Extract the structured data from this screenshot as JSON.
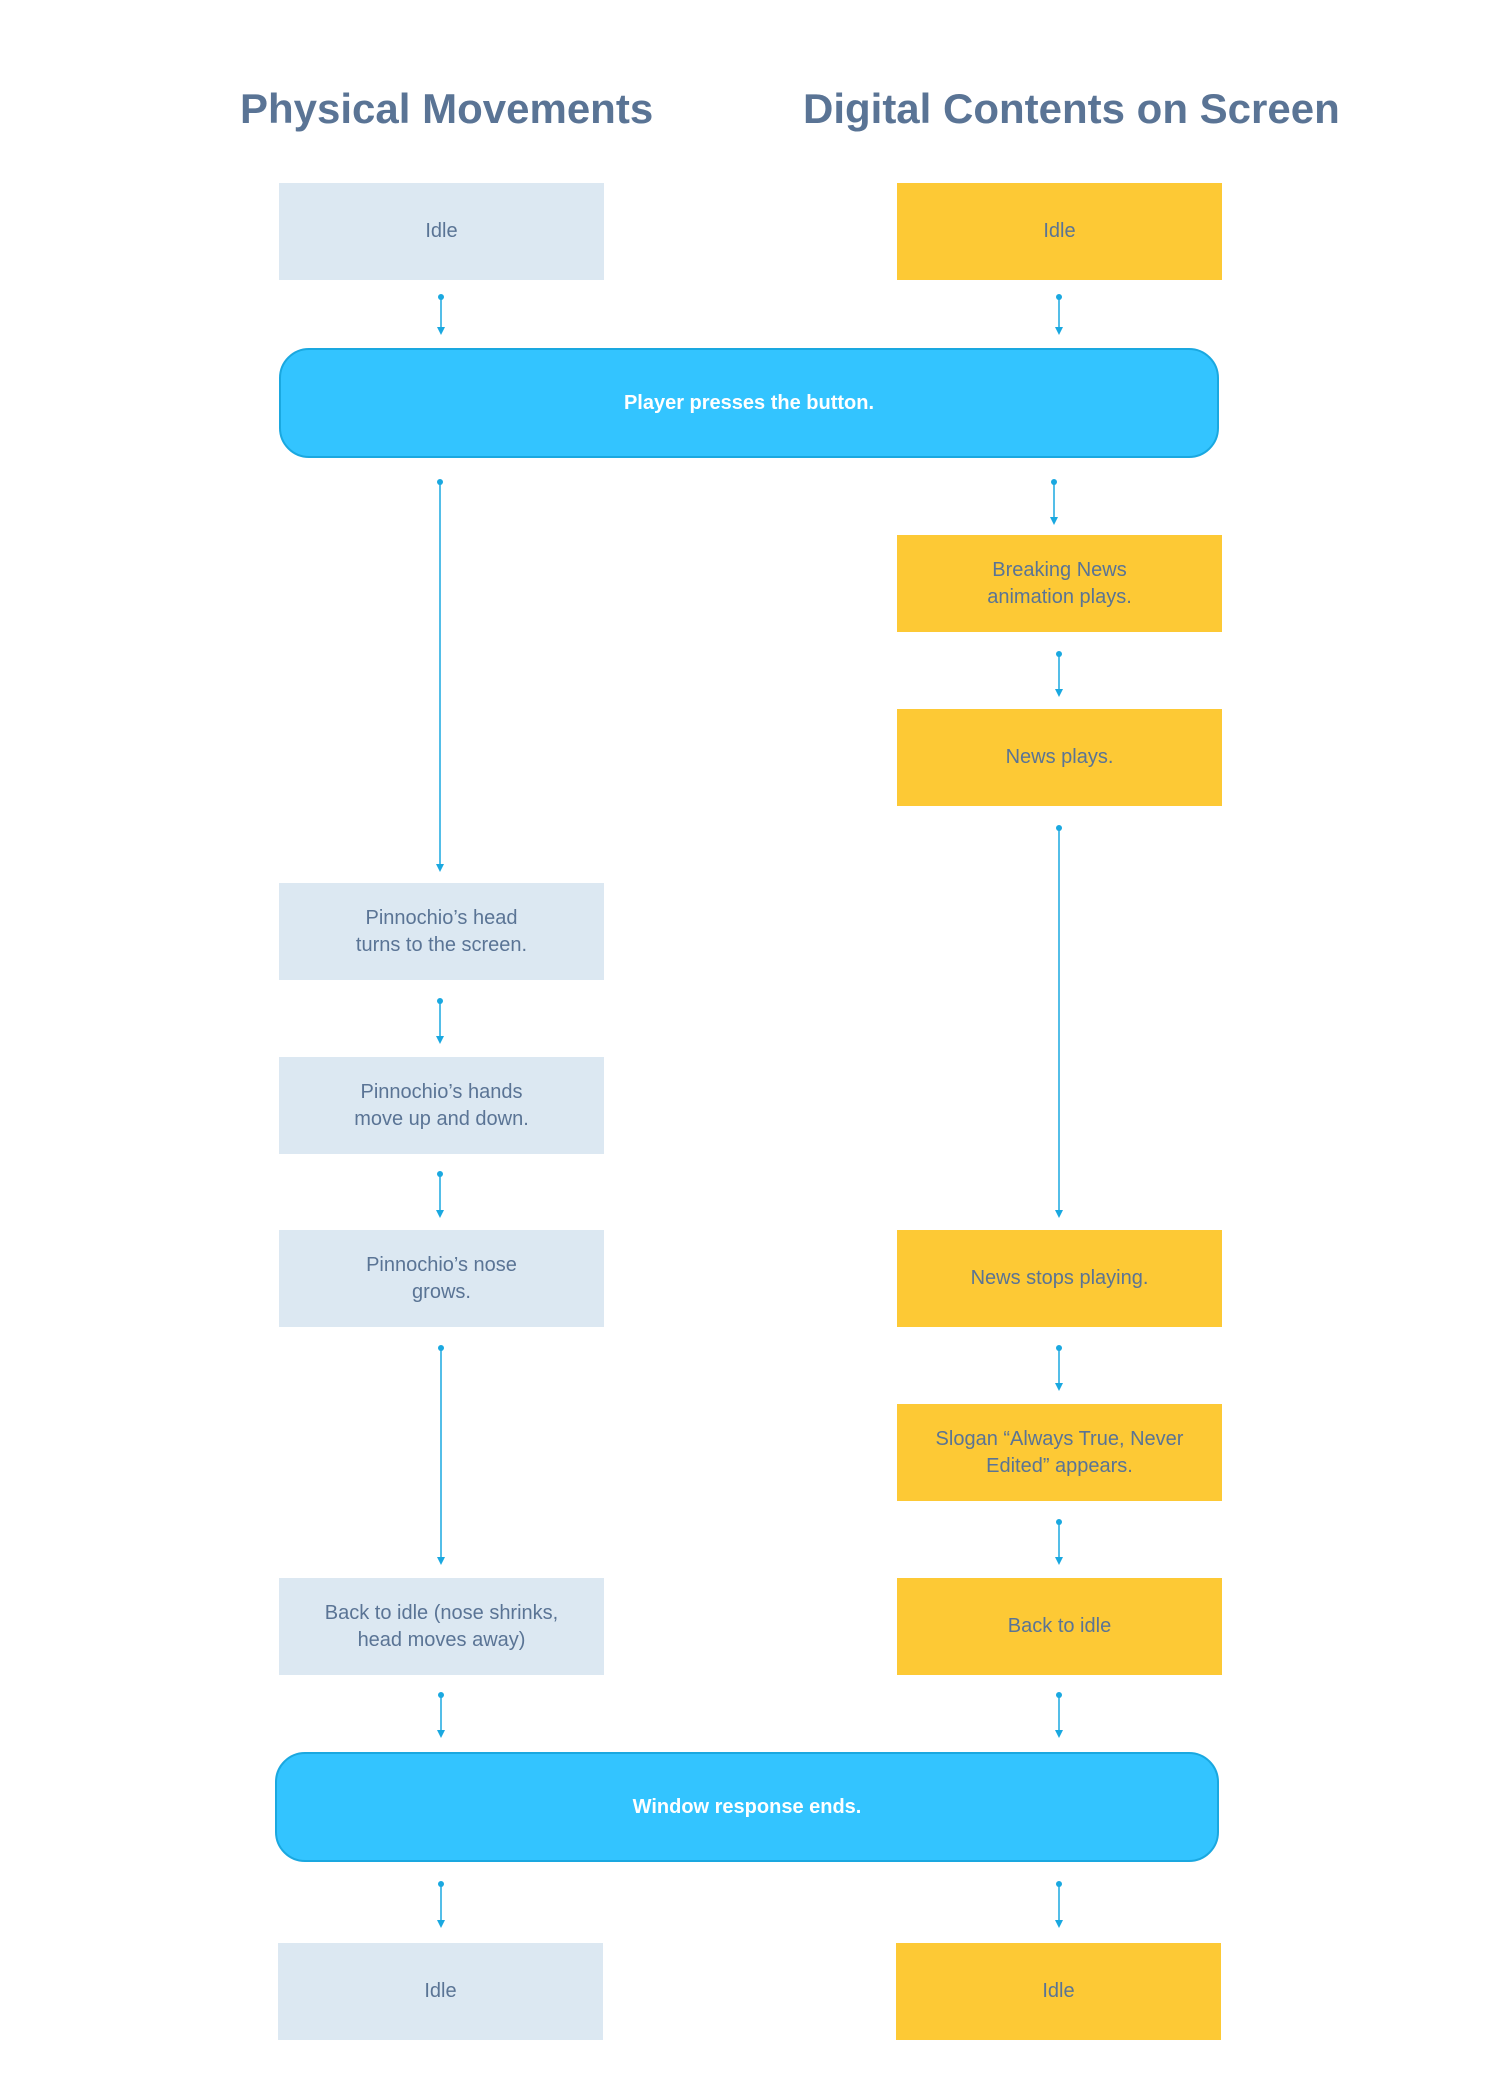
{
  "headers": {
    "physical": "Physical Movements",
    "digital": "Digital Contents on Screen"
  },
  "nodes": {
    "p_idle_start": "Idle",
    "d_idle_start": "Idle",
    "event_press": "Player presses the button.",
    "d_breaking_news": "Breaking News\nanimation plays.",
    "d_news_plays": "News plays.",
    "p_head_turns": "Pinnochio’s head\nturns to the screen.",
    "p_hands_move": "Pinnochio’s hands\nmove up and down.",
    "p_nose_grows": "Pinnochio’s nose\ngrows.",
    "d_news_stops": "News stops playing.",
    "d_slogan": "Slogan “Always True, Never\nEdited” appears.",
    "p_back_idle": "Back to idle (nose shrinks,\nhead moves away)",
    "d_back_idle": "Back to idle",
    "event_end": "Window response ends.",
    "p_idle_end": "Idle",
    "d_idle_end": "Idle"
  },
  "colors": {
    "physical_box": "#dce8f2",
    "digital_box": "#fdc935",
    "event_box": "#33c4ff",
    "connector": "#1aa8e0",
    "heading_text": "#5a7495"
  }
}
